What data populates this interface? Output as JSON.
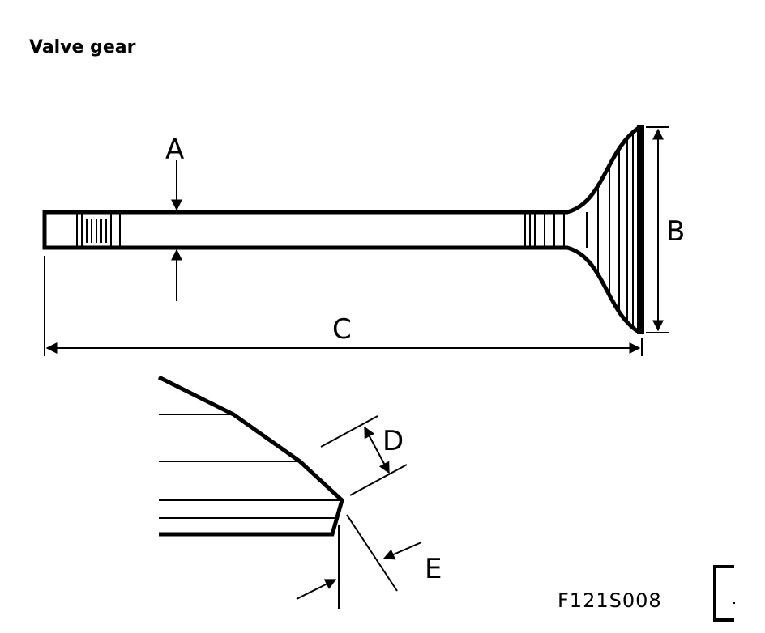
{
  "page": {
    "title": "Valve gear"
  },
  "diagram": {
    "labels": {
      "a": "A",
      "b": "B",
      "c": "C",
      "d": "D",
      "e": "E"
    },
    "figure_code": "F121S008"
  }
}
